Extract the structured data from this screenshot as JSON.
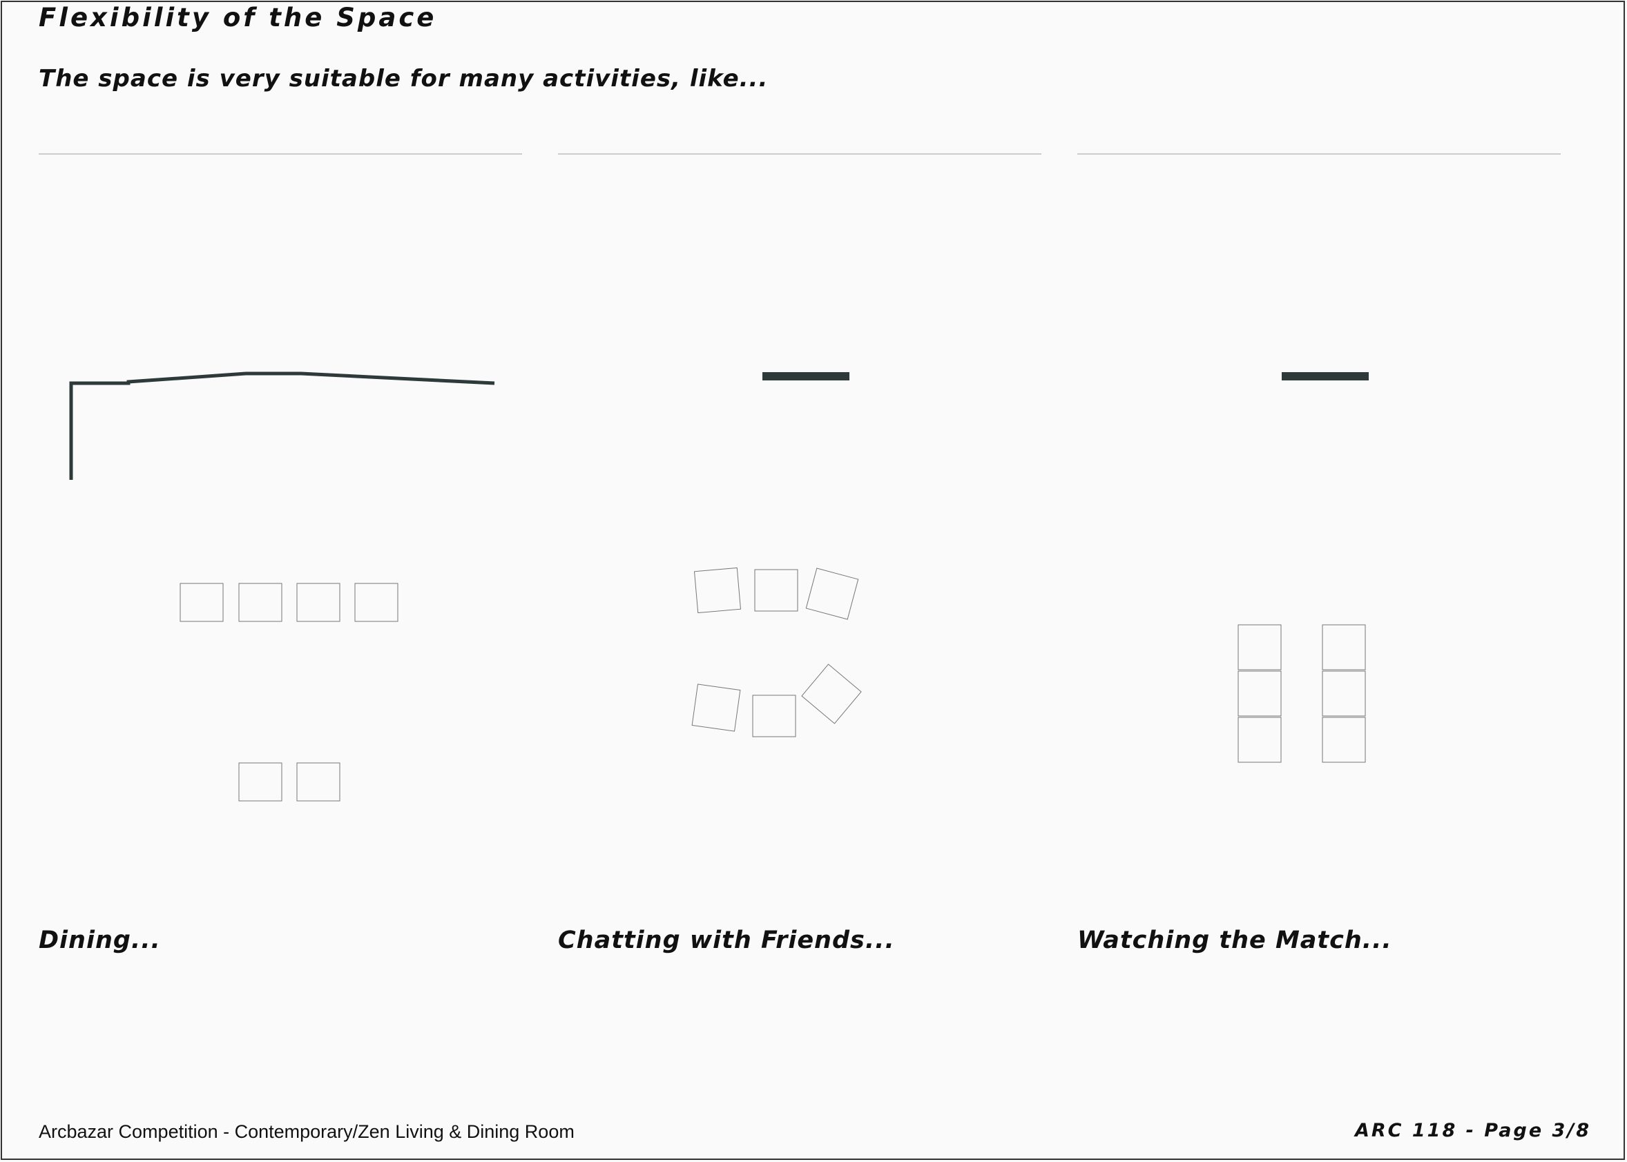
{
  "title": "Flexibility of the Space",
  "subtitle": "The space is very suitable for many activities, like...",
  "panels": [
    {
      "id": "dining",
      "caption": "Dining..."
    },
    {
      "id": "chatting",
      "caption": "Chatting with Friends..."
    },
    {
      "id": "watching",
      "caption": "Watching the Match..."
    }
  ],
  "footer": {
    "left": "Arcbazar Competition - Contemporary/Zen Living & Dining Room",
    "right": "ARC 118 - Page 3/8"
  },
  "colors": {
    "wall": "#000000",
    "cabinet": "#2e3a3a",
    "furniture_line": "#777777",
    "background": "#fafafa"
  }
}
